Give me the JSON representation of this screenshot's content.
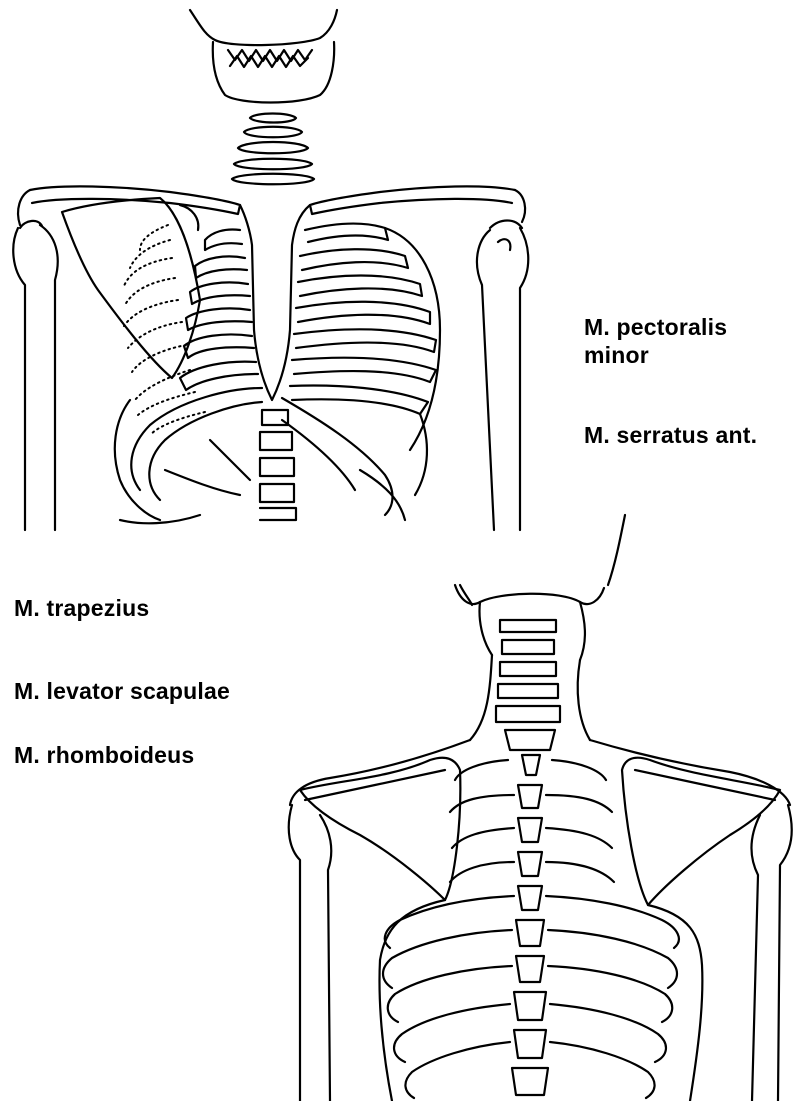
{
  "labels": {
    "pectoralis_minor_line1": "M. pectoralis",
    "pectoralis_minor_line2": "minor",
    "serratus": "M. serratus ant.",
    "trapezius": "M. trapezius",
    "levator": "M. levator scapulae",
    "rhomboideus": "M. rhomboideus"
  },
  "colors": {
    "ink": "#000000",
    "background": "#ffffff"
  },
  "figures": {
    "anterior": "anterior-thorax-skeleton",
    "posterior": "posterior-thorax-skeleton"
  }
}
